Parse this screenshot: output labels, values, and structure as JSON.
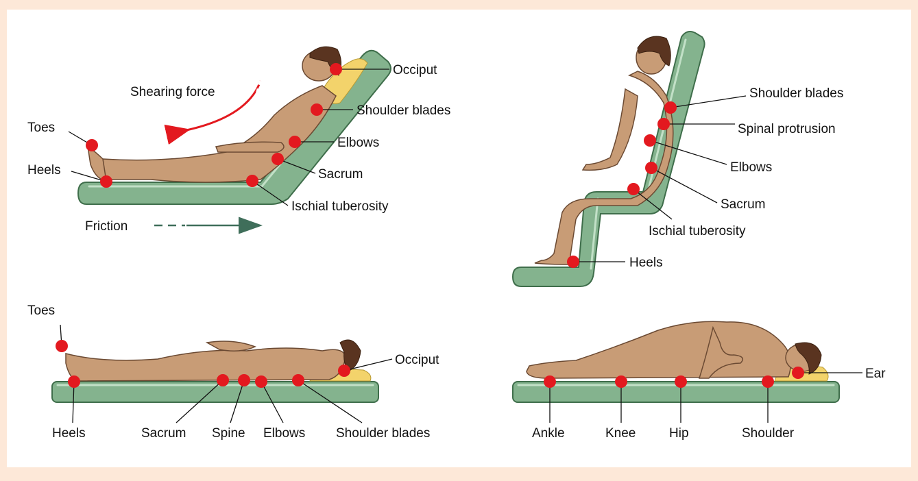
{
  "scenes": {
    "reclined": {
      "labels": {
        "occiput": "Occiput",
        "shoulder_blades": "Shoulder blades",
        "elbows": "Elbows",
        "sacrum": "Sacrum",
        "ischial_tuberosity": "Ischial tuberosity",
        "toes": "Toes",
        "heels": "Heels"
      },
      "forces": {
        "shearing": "Shearing force",
        "friction": "Friction"
      }
    },
    "sitting": {
      "labels": {
        "shoulder_blades": "Shoulder blades",
        "spinal_protrusion": "Spinal protrusion",
        "elbows": "Elbows",
        "sacrum": "Sacrum",
        "ischial_tuberosity": "Ischial tuberosity",
        "heels": "Heels"
      }
    },
    "supine": {
      "labels": {
        "toes": "Toes",
        "occiput": "Occiput",
        "heels": "Heels",
        "sacrum": "Sacrum",
        "spine": "Spine",
        "elbows": "Elbows",
        "shoulder_blades": "Shoulder blades"
      }
    },
    "side_lying": {
      "labels": {
        "ear": "Ear",
        "ankle": "Ankle",
        "knee": "Knee",
        "hip": "Hip",
        "shoulder": "Shoulder"
      }
    }
  },
  "colors": {
    "background": "#fde8d8",
    "panel": "#ffffff",
    "pressure_point": "#e3191f",
    "surface": "#84b38e",
    "skin": "#c89c76",
    "hair": "#5a3420",
    "pillow": "#f3d36b",
    "shear_arrow": "#e3191f",
    "friction_arrow": "#3f6e5a"
  }
}
